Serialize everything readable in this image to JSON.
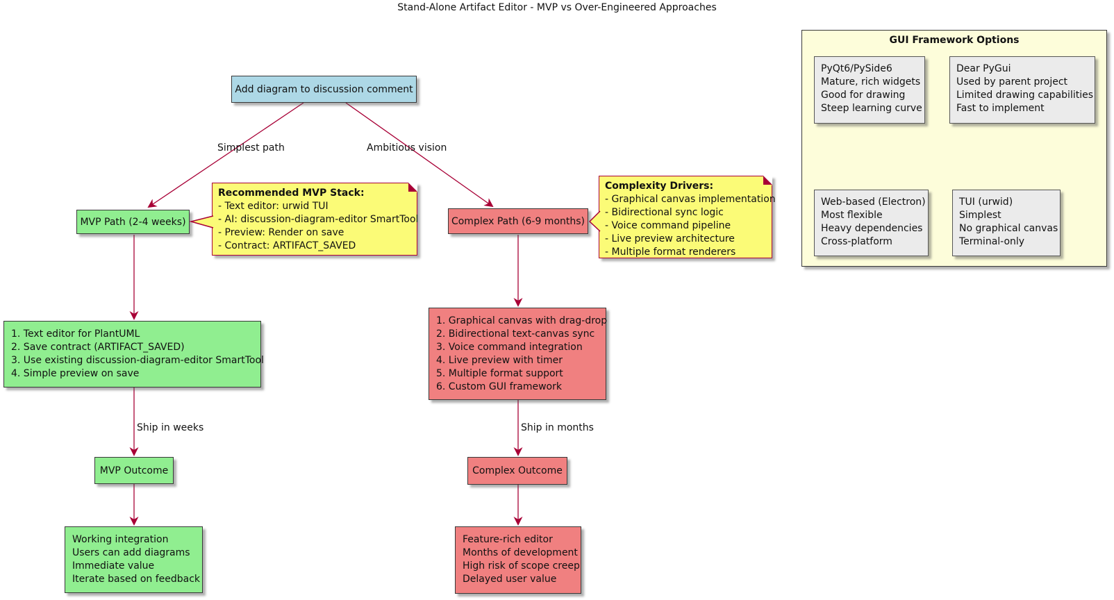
{
  "title": "Stand-Alone Artifact Editor - MVP vs Over-Engineered Approaches",
  "nodes": {
    "start": {
      "label": "Add diagram to discussion comment"
    },
    "mvp_path": {
      "label": "MVP Path (2-4 weeks)"
    },
    "complex_path": {
      "label": "Complex Path (6-9 months)"
    },
    "mvp_steps": {
      "lines": [
        "1. Text editor for PlantUML",
        "2. Save contract (ARTIFACT_SAVED)",
        "3. Use existing discussion-diagram-editor SmartTool",
        "4. Simple preview on save"
      ]
    },
    "complex_steps": {
      "lines": [
        "1. Graphical canvas with drag-drop",
        "2. Bidirectional text-canvas sync",
        "3. Voice command integration",
        "4. Live preview with timer",
        "5. Multiple format support",
        "6. Custom GUI framework"
      ]
    },
    "mvp_outcome": {
      "label": "MVP Outcome"
    },
    "complex_outcome": {
      "label": "Complex Outcome"
    },
    "mvp_result": {
      "lines": [
        "Working integration",
        "Users can add diagrams",
        "Immediate value",
        "Iterate based on feedback"
      ]
    },
    "complex_result": {
      "lines": [
        "Feature-rich editor",
        "Months of development",
        "High risk of scope creep",
        "Delayed user value"
      ]
    }
  },
  "edges": {
    "simplest": "Simplest path",
    "ambitious": "Ambitious vision",
    "ship_weeks": "Ship in weeks",
    "ship_months": "Ship in months"
  },
  "notes": {
    "mvp_stack": {
      "title": "Recommended MVP Stack:",
      "lines": [
        "- Text editor: urwid TUI",
        "- AI: discussion-diagram-editor SmartTool",
        "- Preview: Render on save",
        "- Contract: ARTIFACT_SAVED"
      ]
    },
    "complexity": {
      "title": "Complexity Drivers:",
      "lines": [
        "- Graphical canvas implementation",
        "- Bidirectional sync logic",
        "- Voice command pipeline",
        "- Live preview architecture",
        "- Multiple format renderers"
      ]
    }
  },
  "panel": {
    "title": "GUI Framework Options",
    "options": [
      {
        "lines": [
          "PyQt6/PySide6",
          "Mature, rich widgets",
          "Good for drawing",
          "Steep learning curve"
        ]
      },
      {
        "lines": [
          "Dear PyGui",
          "Used by parent project",
          "Limited drawing capabilities",
          "Fast to implement"
        ]
      },
      {
        "lines": [
          "Web-based (Electron)",
          "Most flexible",
          "Heavy dependencies",
          "Cross-platform"
        ]
      },
      {
        "lines": [
          "TUI (urwid)",
          "Simplest",
          "No graphical canvas",
          "Terminal-only"
        ]
      }
    ]
  },
  "colors": {
    "start_fill": "#ADD8E6",
    "mvp_fill": "#90EE90",
    "complex_fill": "#F08080",
    "note_fill": "#FBFB77",
    "panel_fill": "#FDFDDA",
    "option_fill": "#EBEBEB",
    "arrow": "#A80036",
    "node_border": "#383838"
  }
}
